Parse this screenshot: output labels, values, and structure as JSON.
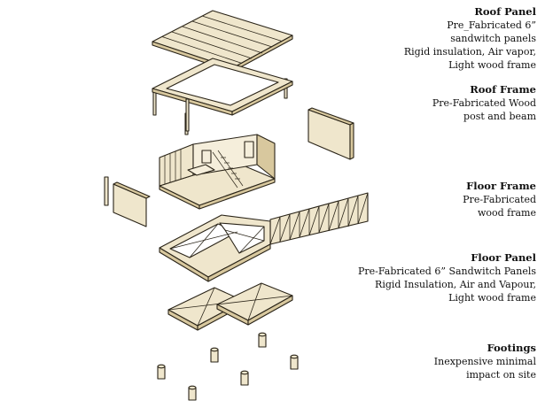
{
  "colors": {
    "stroke": "#2a2418",
    "wood_fill": "#efe6cc",
    "wood_dark": "#d8c89e",
    "text": "#111111"
  },
  "labels": {
    "roof_panel": {
      "title": "Roof Panel",
      "lines": [
        "Pre_Fabricated 6”",
        "sandwitch panels",
        "Rigid insulation, Air vapor,",
        "Light wood frame"
      ]
    },
    "roof_frame": {
      "title": "Roof Frame",
      "lines": [
        "Pre-Fabricated Wood",
        "post and beam"
      ]
    },
    "floor_frame": {
      "title": "Floor Frame",
      "lines": [
        "Pre-Fabricated",
        "wood frame"
      ]
    },
    "floor_panel": {
      "title": "Floor Panel",
      "lines": [
        "Pre-Fabricated 6” Sandwitch Panels",
        "Rigid Insulation, Air and Vapour,",
        "Light wood frame"
      ]
    },
    "footings": {
      "title": "Footings",
      "lines": [
        "Inexpensive minimal",
        "impact on site"
      ]
    }
  }
}
